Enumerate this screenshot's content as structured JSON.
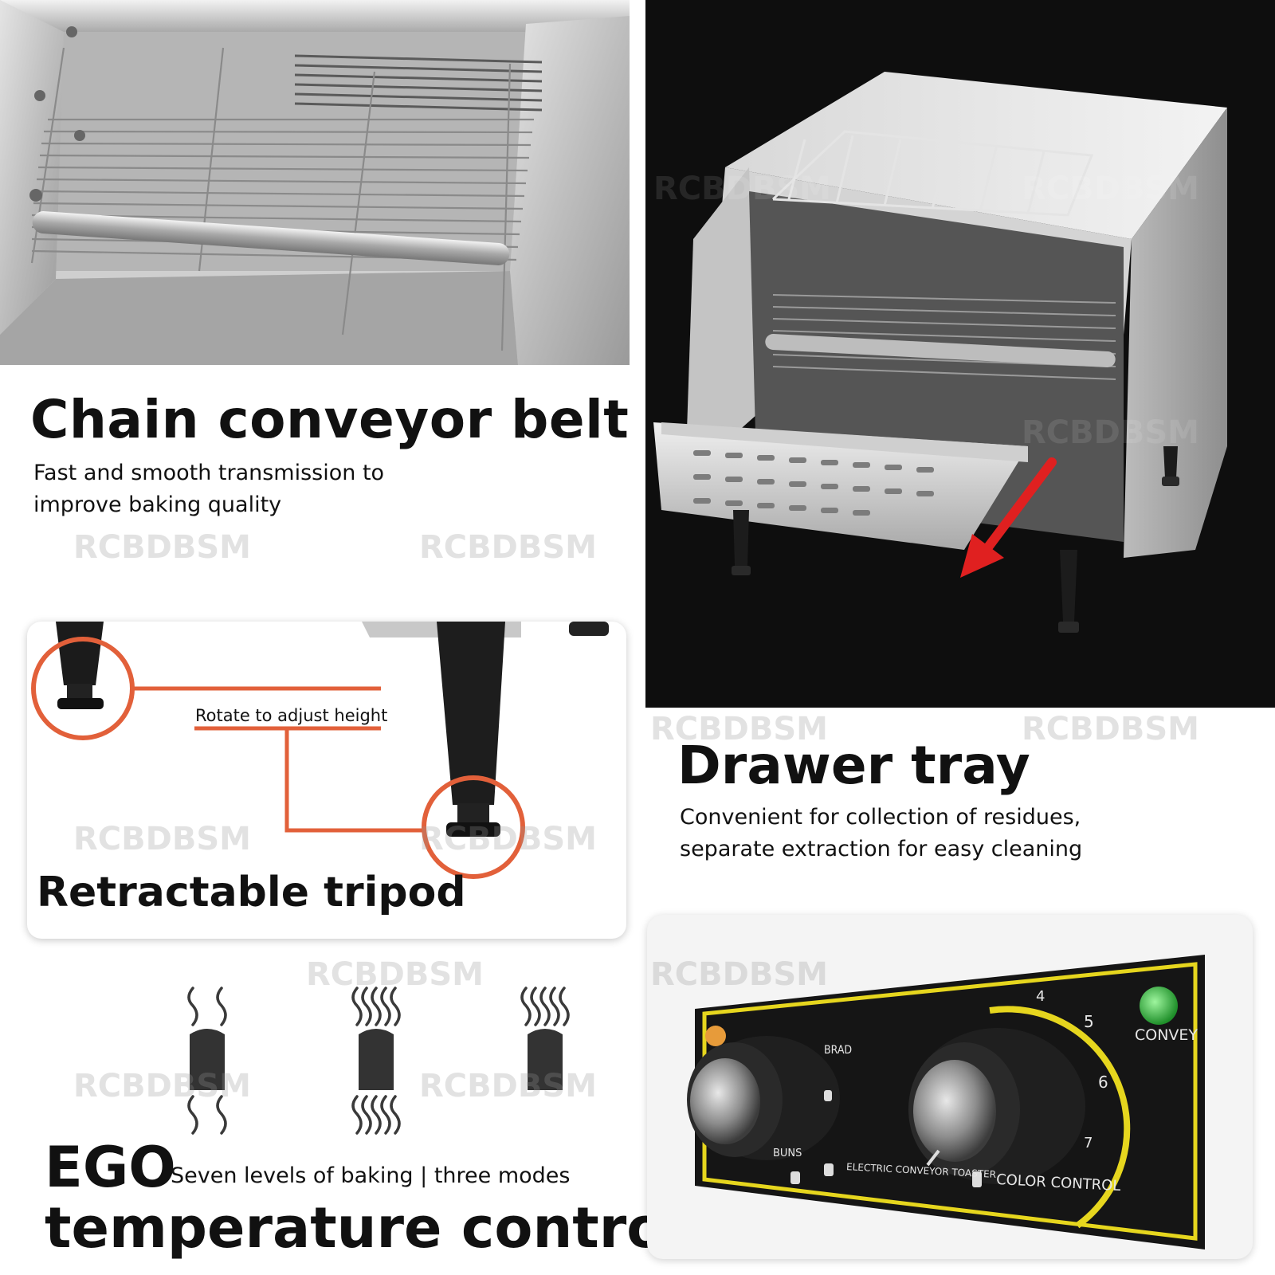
{
  "features": {
    "chain": {
      "title": "Chain conveyor belt",
      "line1": "Fast and smooth transmission to",
      "line2": "improve baking quality"
    },
    "drawer": {
      "title": "Drawer tray",
      "line1": "Convenient for collection of residues,",
      "line2": "separate extraction for easy cleaning"
    },
    "tripod": {
      "title": "Retractable tripod",
      "note": "Rotate to adjust height"
    },
    "temperature": {
      "title_a": "EGO",
      "subtitle": "Seven levels of baking | three modes",
      "title_b": "temperature control"
    }
  },
  "control_panel": {
    "brand_label": "BRAD",
    "buns_label": "BUNS",
    "device_label": "ELECTRIC CONVEYOR TOASTER",
    "color_label": "COLOR CONTROL",
    "convey_label": "CONVEY",
    "dial_numbers": [
      "4",
      "5",
      "6",
      "7"
    ]
  },
  "watermark": "RCBDBSM",
  "colors": {
    "accent_orange": "#e2603a",
    "panel_yellow": "#e6d61e",
    "indicator_green": "#2fbf3a",
    "arrow_red": "#e02020"
  }
}
